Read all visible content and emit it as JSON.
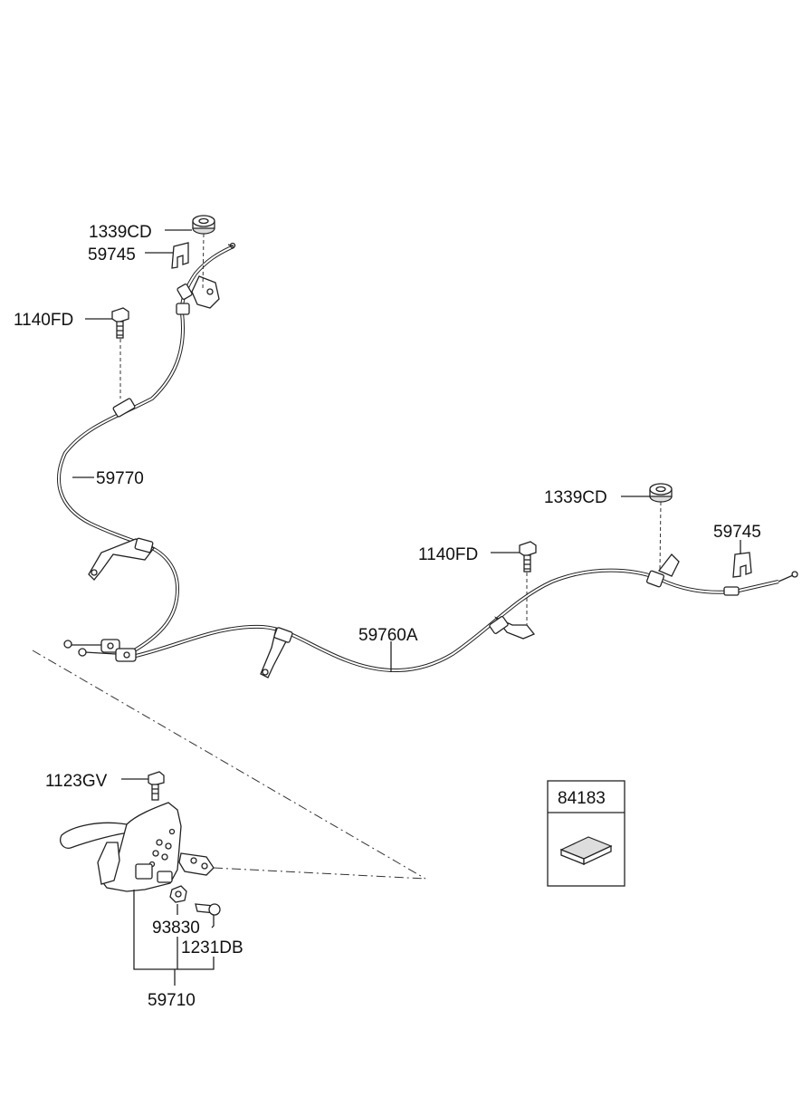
{
  "callouts": {
    "nut_top": "1339CD",
    "clip_top": "59745",
    "bolt_left": "1140FD",
    "cable_left": "59770",
    "nut_right": "1339CD",
    "clip_right": "59745",
    "bolt_right": "1140FD",
    "cable_right": "59760A",
    "bolt_lever": "1123GV",
    "switch": "93830",
    "screw": "1231DB",
    "lever_assembly": "59710"
  },
  "legend_box": {
    "code": "84183"
  }
}
